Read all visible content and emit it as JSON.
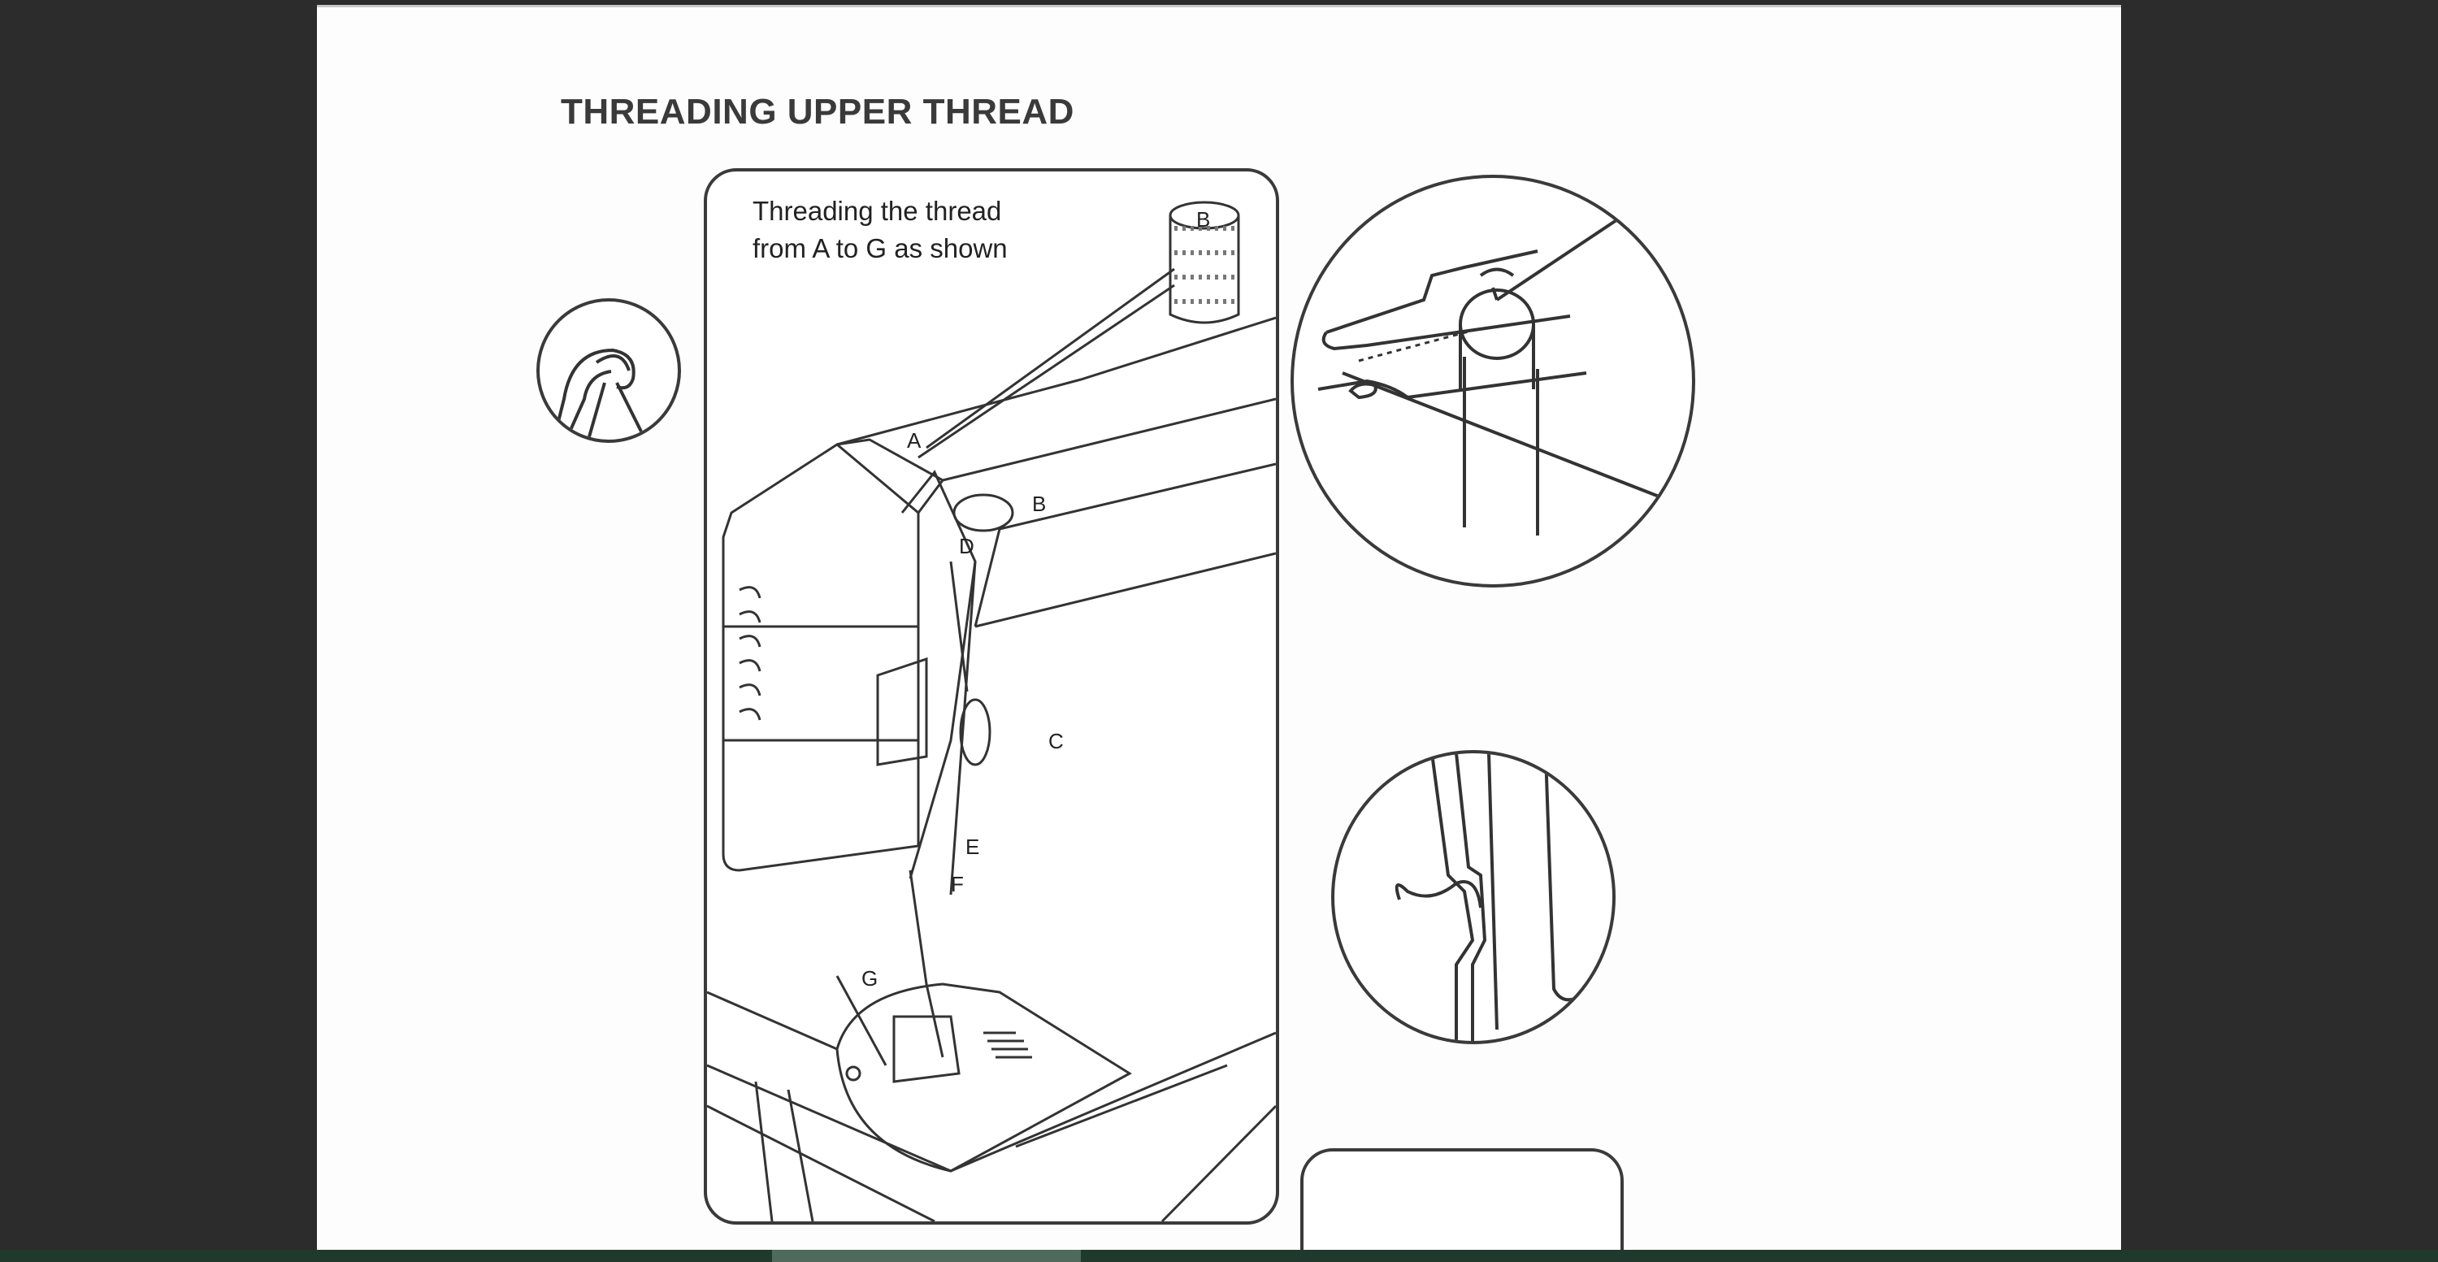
{
  "document": {
    "title": "THREADING UPPER THREAD",
    "caption": {
      "line1": "Threading the thread",
      "line2": "from A to G as shown"
    },
    "point_labels": {
      "spool": "B",
      "a": "A",
      "b": "B",
      "c": "C",
      "d": "D",
      "e": "E",
      "f": "F",
      "g": "G"
    }
  },
  "colors": {
    "viewer_background": "#2b2c2b",
    "page": "#fdfdfd",
    "ink": "#3a3a3a",
    "bottom_bar": "#1f3a2c"
  }
}
